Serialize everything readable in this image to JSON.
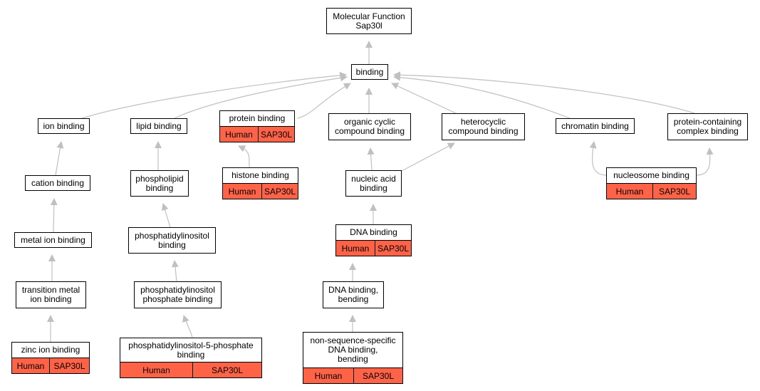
{
  "annotation_color": "#ff6347",
  "edge_color": "#c0c0c0",
  "nodes": {
    "molecular_function": {
      "lines": [
        "Molecular Function",
        "Sap30l"
      ]
    },
    "binding": {
      "lines": [
        "binding"
      ]
    },
    "ion_binding": {
      "lines": [
        "ion binding"
      ]
    },
    "lipid_binding": {
      "lines": [
        "lipid binding"
      ]
    },
    "protein_binding": {
      "lines": [
        "protein binding"
      ],
      "annotation": [
        "Human",
        "SAP30L"
      ]
    },
    "organic_cyclic": {
      "lines": [
        "organic cyclic",
        "compound binding"
      ]
    },
    "heterocyclic": {
      "lines": [
        "heterocyclic",
        "compound binding"
      ]
    },
    "chromatin_binding": {
      "lines": [
        "chromatin binding"
      ]
    },
    "protein_complex": {
      "lines": [
        "protein-containing",
        "complex binding"
      ]
    },
    "cation_binding": {
      "lines": [
        "cation binding"
      ]
    },
    "phospholipid_binding": {
      "lines": [
        "phospholipid",
        "binding"
      ]
    },
    "histone_binding": {
      "lines": [
        "histone binding"
      ],
      "annotation": [
        "Human",
        "SAP30L"
      ]
    },
    "nucleic_acid": {
      "lines": [
        "nucleic acid",
        "binding"
      ]
    },
    "nucleosome_binding": {
      "lines": [
        "nucleosome binding"
      ],
      "annotation": [
        "Human",
        "SAP30L"
      ]
    },
    "metal_ion": {
      "lines": [
        "metal ion binding"
      ]
    },
    "phosphatidylinositol": {
      "lines": [
        "phosphatidylinositol",
        "binding"
      ]
    },
    "dna_binding": {
      "lines": [
        "DNA binding"
      ],
      "annotation": [
        "Human",
        "SAP30L"
      ]
    },
    "transition_metal": {
      "lines": [
        "transition metal",
        "ion binding"
      ]
    },
    "pi_phosphate": {
      "lines": [
        "phosphatidylinositol",
        "phosphate binding"
      ]
    },
    "dna_bending": {
      "lines": [
        "DNA binding,",
        "bending"
      ]
    },
    "zinc_ion": {
      "lines": [
        "zinc ion binding"
      ],
      "annotation": [
        "Human",
        "SAP30L"
      ]
    },
    "pi5p": {
      "lines": [
        "phosphatidylinositol-5-phosphate",
        "binding"
      ],
      "annotation": [
        "Human",
        "SAP30L"
      ]
    },
    "nonseq_dna": {
      "lines": [
        "non-sequence-specific",
        "DNA binding,",
        "bending"
      ],
      "annotation": [
        "Human",
        "SAP30L"
      ]
    }
  }
}
